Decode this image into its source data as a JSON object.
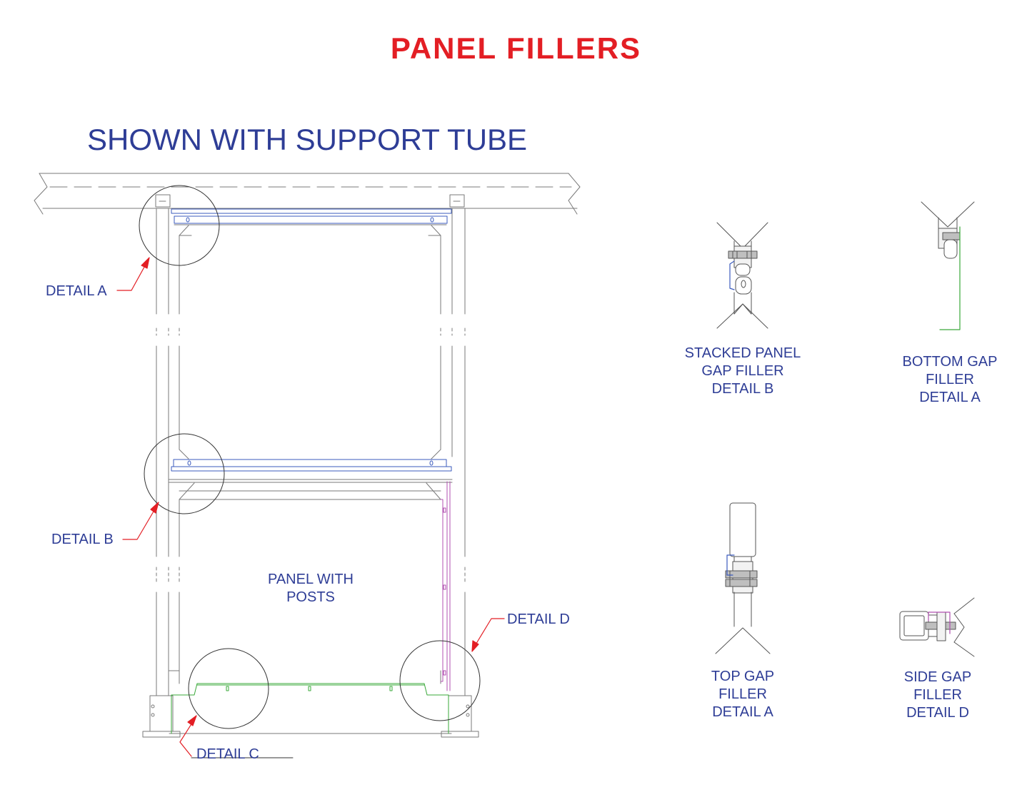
{
  "title": "PANEL FILLERS",
  "subtitle": "SHOWN WITH SUPPORT TUBE",
  "colors": {
    "title": "#e31e24",
    "label": "#2e3d96",
    "leader": "#e31e24",
    "drawing": "#7a7a7a",
    "filler_blue": "#3b5bbd",
    "filler_green": "#3aa83a",
    "filler_magenta": "#b04fb0"
  },
  "main_view": {
    "panel_label_line1": "PANEL WITH",
    "panel_label_line2": "POSTS",
    "callouts": {
      "a": "DETAIL A",
      "b": "DETAIL B",
      "c": "DETAIL C",
      "d": "DETAIL D"
    }
  },
  "details": {
    "stacked": {
      "line1": "STACKED PANEL",
      "line2": "GAP FILLER",
      "line3": "DETAIL B"
    },
    "bottom": {
      "line1": "BOTTOM GAP",
      "line2": "FILLER",
      "line3": "DETAIL A"
    },
    "top": {
      "line1": "TOP GAP",
      "line2": "FILLER",
      "line3": "DETAIL A"
    },
    "side": {
      "line1": "SIDE GAP",
      "line2": "FILLER",
      "line3": "DETAIL D"
    }
  }
}
